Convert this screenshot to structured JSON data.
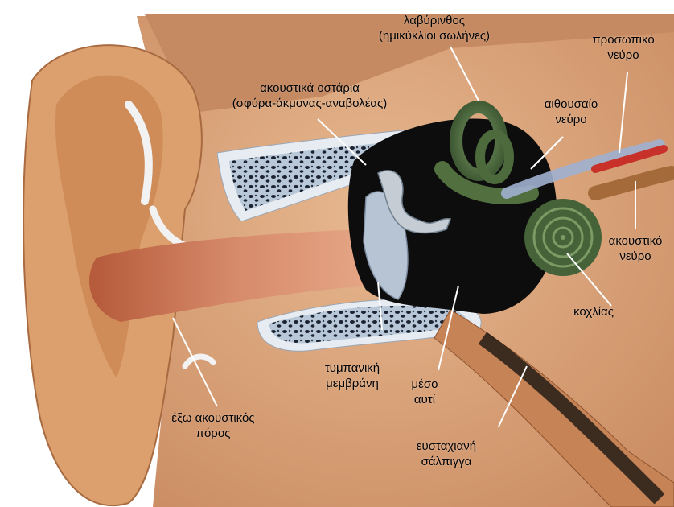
{
  "labels": {
    "labyrinth": {
      "line1": "λαβύρινθος",
      "line2": "(ημικύκλιοι σωλήνες)"
    },
    "facial_nerve": {
      "line1": "προσωπικό",
      "line2": "νεύρο"
    },
    "ossicles": {
      "line1": "ακουστικά οστάρια",
      "line2": "(σφύρα-άκμονας-αναβολέας)"
    },
    "vestibular_nerve": {
      "line1": "αιθουσαίο",
      "line2": "νεύρο"
    },
    "acoustic_nerve": {
      "line1": "ακουστικό",
      "line2": "νεύρο"
    },
    "cochlea": {
      "line1": "κοχλίας"
    },
    "tympanic_membrane": {
      "line1": "τυμπανική",
      "line2": "μεμβράνη"
    },
    "middle_ear": {
      "line1": "μέσο",
      "line2": "αυτί"
    },
    "ear_canal": {
      "line1": "έξω ακουστικός",
      "line2": "πόρος"
    },
    "eustachian_tube": {
      "line1": "ευσταχιανή",
      "line2": "σάλπιγγα"
    }
  },
  "colors": {
    "skin": "#d9a27a",
    "skin_dark": "#b06a44",
    "bone": "#d4dce6",
    "labyrinth": "#5d7a4a",
    "nerve_red": "#c8302a",
    "nerve_blue": "#9fb0d0",
    "cavity": "#111111"
  }
}
